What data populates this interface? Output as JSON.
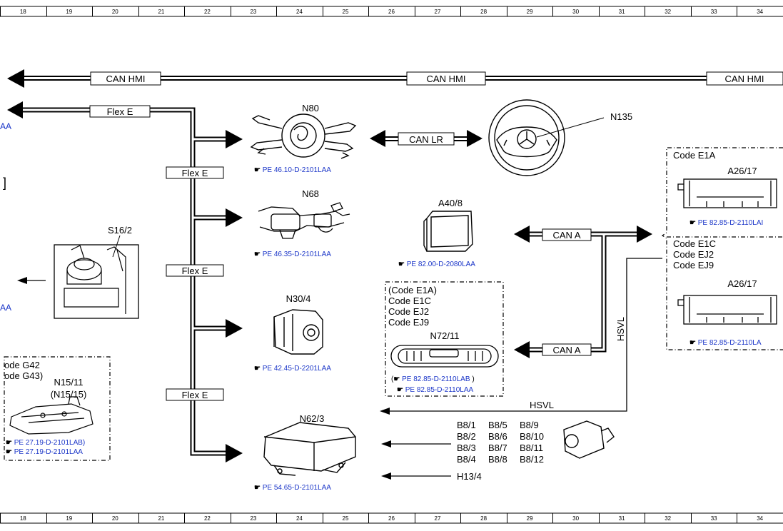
{
  "ruler": {
    "labels": [
      "18",
      "19",
      "20",
      "21",
      "22",
      "23",
      "24",
      "25",
      "26",
      "27",
      "28",
      "29",
      "30",
      "31",
      "32",
      "33",
      "34"
    ]
  },
  "bus": {
    "can_hmi": "CAN HMI",
    "flex_e": "Flex E",
    "can_lr": "CAN LR",
    "can_a": "CAN A",
    "hsvl": "HSVL"
  },
  "components": {
    "n80": {
      "label": "N80",
      "ref": "PE 46.10-D-2101LAA"
    },
    "n135": {
      "label": "N135"
    },
    "n68": {
      "label": "N68",
      "ref": "PE 46.35-D-2101LAA"
    },
    "s16_2": {
      "label": "S16/2"
    },
    "n30_4": {
      "label": "N30/4",
      "ref": "PE 42.45-D-2201LAA"
    },
    "n62_3": {
      "label": "N62/3",
      "ref": "PE 54.65-D-2101LAA"
    },
    "a40_8": {
      "label": "A40/8",
      "ref": "PE 82.00-D-2080LAA"
    },
    "n72_11": {
      "label": "N72/11",
      "codes": [
        "(Code E1A)",
        "Code E1C",
        "Code EJ2",
        "Code EJ9"
      ],
      "ref1": "PE 82.85-D-2110LAB",
      "ref2": "PE 82.85-D-2110LAA"
    },
    "n15_11": {
      "label": "N15/11",
      "label2": "(N15/15)",
      "codes": [
        "ode G42",
        "ode G43)"
      ],
      "ref1": "PE 27.19-D-2101LAB)",
      "ref2": "PE 27.19-D-2101LAA"
    },
    "a26_17_top": {
      "label": "A26/17",
      "code": "Code E1A",
      "ref": "PE 82.85-D-2110LAI"
    },
    "a26_17_bottom": {
      "label": "A26/17",
      "codes": [
        "Code E1C",
        "Code EJ2",
        "Code EJ9"
      ],
      "ref": "PE 82.85-D-2110LA"
    },
    "sensors": [
      [
        "B8/1",
        "B8/5",
        "B8/9"
      ],
      [
        "B8/2",
        "B8/6",
        "B8/10"
      ],
      [
        "B8/3",
        "B8/7",
        "B8/11"
      ],
      [
        "B8/4",
        "B8/8",
        "B8/12"
      ]
    ],
    "h13_4": {
      "label": "H13/4"
    }
  },
  "edge": {
    "left_frag1": "AA",
    "left_frag2": "AA",
    "left_bracket": "]"
  },
  "colors": {
    "line": "#000000",
    "ref_text": "#1a35c8"
  }
}
